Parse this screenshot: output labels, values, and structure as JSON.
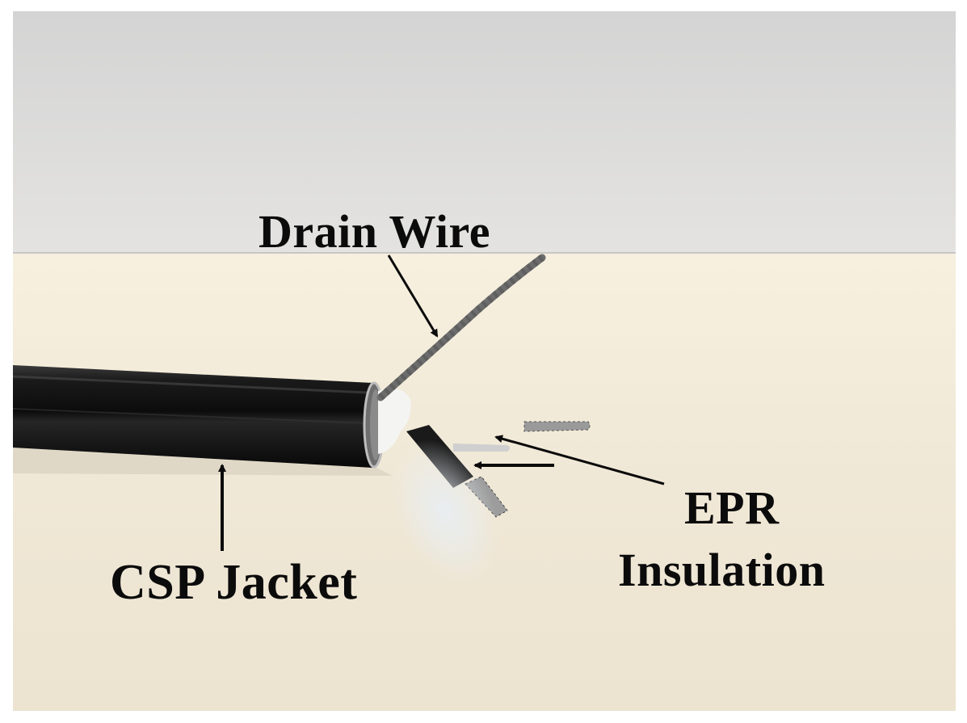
{
  "labels": {
    "drain_wire": "Drain Wire",
    "epr_line1": "EPR",
    "epr_line2": "Insulation",
    "csp_jacket": "CSP Jacket"
  },
  "colors": {
    "wall": "#dcdcdc",
    "table": "#f2ead8",
    "jacket": "#121212",
    "insulation": "#1a1a1a",
    "label_text": "#0b0b0b"
  }
}
